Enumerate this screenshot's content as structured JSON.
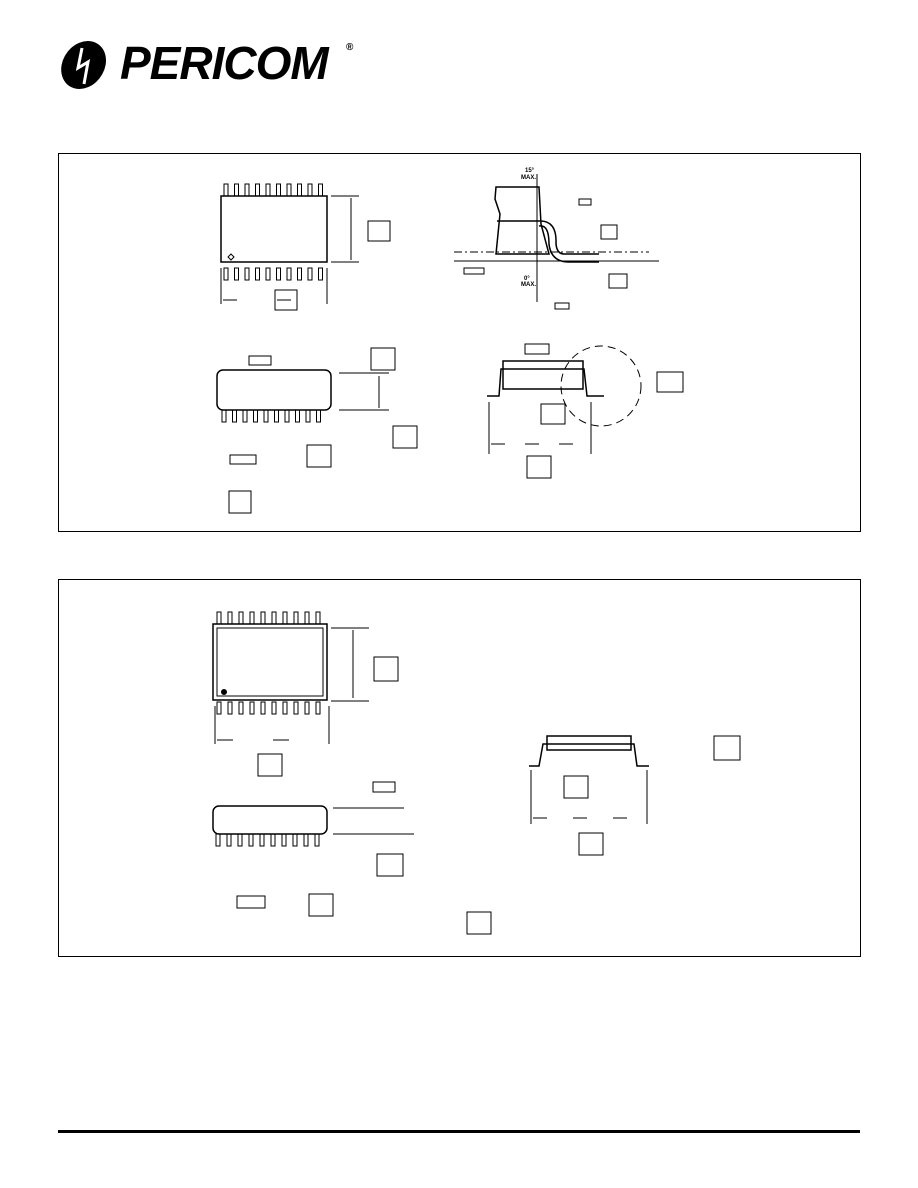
{
  "logo": {
    "brand": "PERICOM",
    "registered": "®"
  },
  "panel1": {
    "angle_top": "15°",
    "angle_top_max": "MAX.",
    "angle_bottom": "0°",
    "angle_bottom_max": "MAX."
  }
}
